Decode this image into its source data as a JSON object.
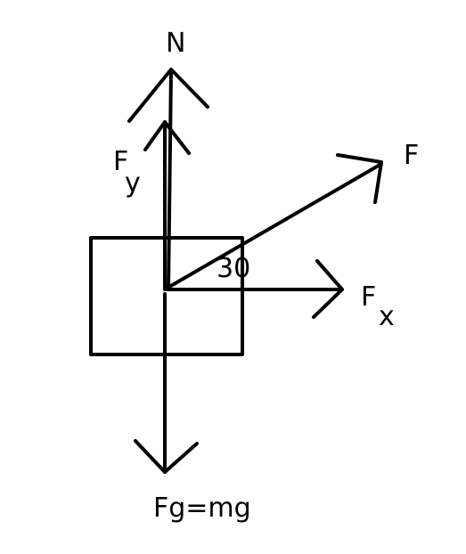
{
  "diagram": {
    "labels": {
      "normal": "N",
      "applied_force": "F",
      "force_y": "F",
      "force_y_subscript": "y",
      "force_x": "F",
      "force_x_subscript": "x",
      "angle": "30",
      "gravity": "Fg=mg"
    },
    "colors": {
      "ink": "#000000",
      "background": "#ffffff"
    }
  }
}
